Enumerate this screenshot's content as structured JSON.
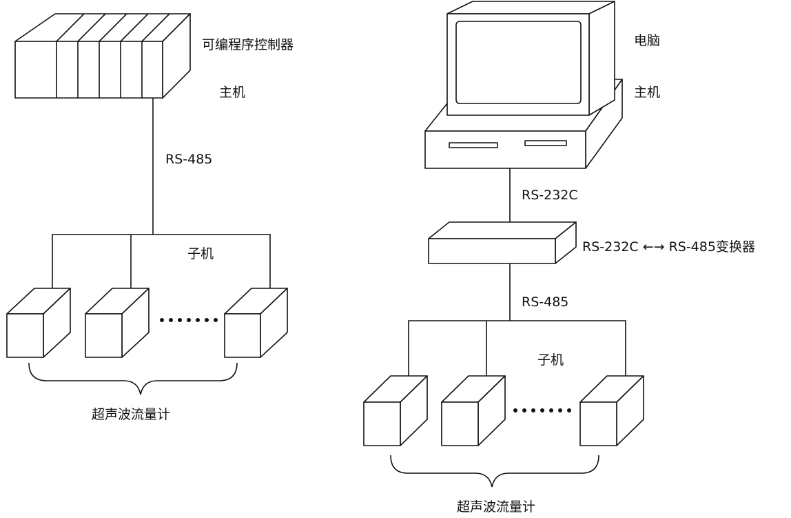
{
  "left": {
    "host_device_label": "可编程序控制器",
    "host_label": "主机",
    "bus_label": "RS-485",
    "slave_label": "子机",
    "group_label": "超声波流量计"
  },
  "right": {
    "pc_label": "电脑",
    "host_label": "主机",
    "link_label": "RS-232C",
    "converter_label": "RS-232C ←→ RS-485变换器",
    "bus_label": "RS-485",
    "slave_label": "子机",
    "group_label": "超声波流量计"
  }
}
